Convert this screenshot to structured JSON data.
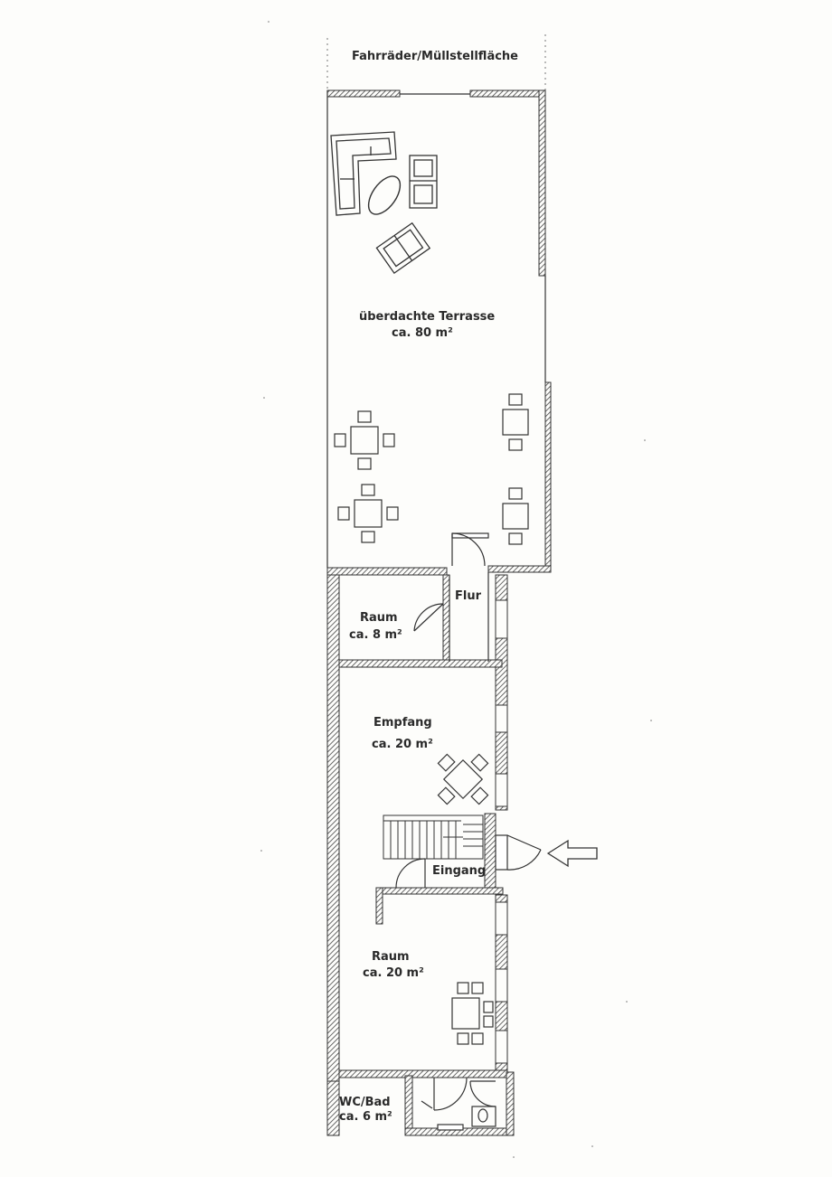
{
  "labels": {
    "bike_area": "Fahrräder/Müllstellfläche",
    "terrace_name": "überdachte Terrasse",
    "terrace_area": "ca. 80 m²",
    "flur": "Flur",
    "raum_small_name": "Raum",
    "raum_small_area": "ca. 8 m²",
    "empfang_name": "Empfang",
    "empfang_area": "ca. 20 m²",
    "eingang": "Eingang",
    "raum_large_name": "Raum",
    "raum_large_area": "ca. 20 m²",
    "wc_name": "WC/Bad",
    "wc_area": "ca. 6 m²"
  },
  "colors": {
    "line": "#3a3a3a",
    "hatch": "#555555",
    "paper": "#fdfdfb"
  }
}
